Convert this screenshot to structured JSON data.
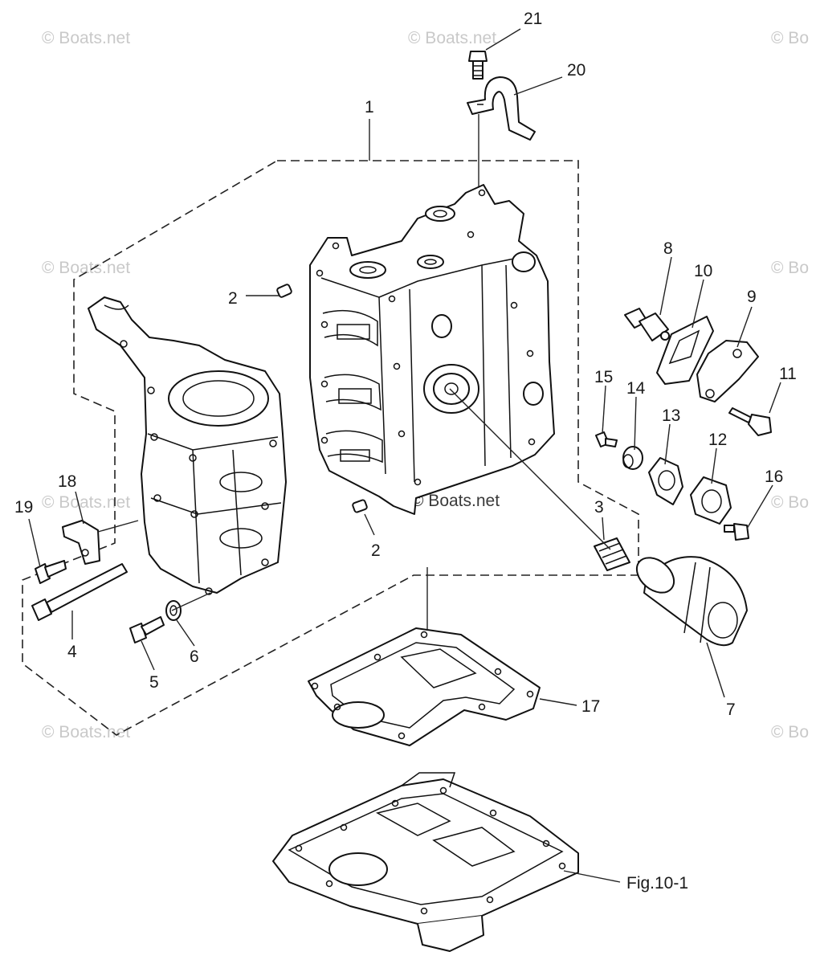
{
  "watermarks": {
    "edge": "© Boats.net",
    "edge_short": "© Bo",
    "center": "© Boats.net"
  },
  "callouts": {
    "p1": "1",
    "p2a": "2",
    "p2b": "2",
    "p3": "3",
    "p4": "4",
    "p5": "5",
    "p6": "6",
    "p7": "7",
    "p8": "8",
    "p9": "9",
    "p10": "10",
    "p11": "11",
    "p12": "12",
    "p13": "13",
    "p14": "14",
    "p15": "15",
    "p16": "16",
    "p17": "17",
    "p18": "18",
    "p19": "19",
    "p20": "20",
    "p21": "21"
  },
  "figure_ref": "Fig.10-1"
}
